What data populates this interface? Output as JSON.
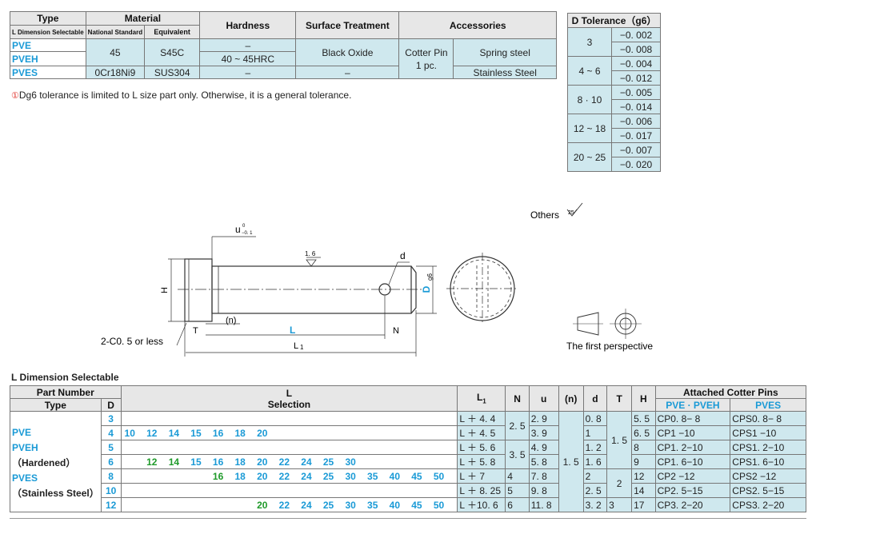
{
  "spec": {
    "headers": {
      "type": "Type",
      "material": "Material",
      "hardness": "Hardness",
      "surface": "Surface Treatment",
      "accessories": "Accessories",
      "l_selectable": "L Dimension Selectable",
      "national": "National Standard",
      "equivalent": "Equivalent"
    },
    "rows": [
      {
        "type": "PVE",
        "national": "45",
        "equivalent": "S45C",
        "hardness": "–",
        "surface": "Black Oxide",
        "acc1": "Cotter Pin",
        "acc1b": "1 pc.",
        "acc2": "Spring steel"
      },
      {
        "type": "PVEH",
        "hardness": "40 ~ 45HRC"
      },
      {
        "type": "PVES",
        "national": "0Cr18Ni9",
        "equivalent": "SUS304",
        "hardness": "–",
        "surface": "–",
        "acc2": "Stainless Steel"
      }
    ],
    "note": "Dg6 tolerance is limited to L size part only.  Otherwise,   it is a general tolerance."
  },
  "tolerance": {
    "title": "D Tolerance（g6）",
    "rows": [
      {
        "d": "3",
        "t1": "−0. 002",
        "t2": "−0. 008"
      },
      {
        "d": "4 ~ 6",
        "t1": "−0. 004",
        "t2": "−0. 012"
      },
      {
        "d": "8 · 10",
        "t1": "−0. 005",
        "t2": "−0. 014"
      },
      {
        "d": "12 ~ 18",
        "t1": "−0. 006",
        "t2": "−0. 017"
      },
      {
        "d": "20 ~ 25",
        "t1": "−0. 007",
        "t2": "−0. 020"
      }
    ]
  },
  "drawing": {
    "others": "Others",
    "rough_others": "25",
    "rough_main": "1. 6",
    "u_label": "u",
    "u_tol_top": "0",
    "u_tol_bot": "−0. 1",
    "d_label": "d",
    "h_label": "H",
    "dg6": "D",
    "dg6_sub": "g6",
    "chamfer": "2-C0. 5  or less",
    "t_label": "T",
    "n_paren": "(n)",
    "l_label": "L",
    "n_label": "N",
    "l1_label": "L",
    "l1_sub": "1",
    "perspective": "The first perspective"
  },
  "ldim": {
    "title": "L Dimension Selectable",
    "headers": {
      "part_number": "Part Number",
      "type": "Type",
      "d": "D",
      "l": "L",
      "selection": "Selection",
      "l1": "L",
      "l1_sub": "1",
      "n": "N",
      "u": "u",
      "np": "(n)",
      "dd": "d",
      "t": "T",
      "h": "H",
      "acp": "Attached Cotter Pins",
      "pve": "PVE · PVEH",
      "pves": "PVES"
    },
    "type_labels": [
      "PVE",
      "PVEH",
      "（Hardened）",
      "PVES",
      "（Stainless Steel）"
    ],
    "rows": [
      {
        "d": "3",
        "sel": [],
        "l1": "L ＋ 4. 4",
        "u": "2. 9",
        "dd": "0. 8",
        "h": "5. 5",
        "cp": "CP0. 8−  8",
        "cps": "CPS0. 8−  8"
      },
      {
        "d": "4",
        "sel": [
          "10",
          "12",
          "14",
          "15",
          "16",
          "18",
          "20"
        ],
        "l1": "L ＋ 4. 5",
        "u": "3. 9",
        "dd": "1",
        "h": "6. 5",
        "cp": "CP1    −10",
        "cps": "CPS1    −10"
      },
      {
        "d": "5",
        "sel": [],
        "l1": "L ＋ 5. 6",
        "u": "4. 9",
        "dd": "1. 2",
        "h": "8",
        "cp": "CP1. 2−10",
        "cps": "CPS1. 2−10"
      },
      {
        "d": "6",
        "sel": [
          "",
          "12",
          "14",
          "15",
          "16",
          "18",
          "20",
          "22",
          "24",
          "25",
          "30"
        ],
        "l1": "L ＋ 5. 8",
        "u": "5. 8",
        "dd": "1. 6",
        "h": "9",
        "cp": "CP1. 6−10",
        "cps": "CPS1. 6−10"
      },
      {
        "d": "8",
        "sel": [
          "",
          "",
          "",
          "",
          "16",
          "18",
          "20",
          "22",
          "24",
          "25",
          "30",
          "35",
          "40",
          "45",
          "50"
        ],
        "l1": "L ＋ 7",
        "u": "7. 8",
        "dd": "2",
        "h": "12",
        "cp": "CP2    −12",
        "cps": "CPS2    −12"
      },
      {
        "d": "10",
        "sel": [],
        "l1": "L ＋ 8. 25",
        "u": "9. 8",
        "dd": "2. 5",
        "h": "14",
        "cp": "CP2. 5−15",
        "cps": "CPS2. 5−15"
      },
      {
        "d": "12",
        "sel": [
          "",
          "",
          "",
          "",
          "",
          "",
          "20",
          "22",
          "24",
          "25",
          "30",
          "35",
          "40",
          "45",
          "50"
        ],
        "l1": "L ＋10. 6",
        "u": "11. 8",
        "dd": "3. 2",
        "h": "17",
        "cp": "CP3. 2−20",
        "cps": "CPS3. 2−20"
      }
    ],
    "n_vals": [
      "2. 5",
      "3. 5",
      "4",
      "5",
      "6"
    ],
    "np_val": "1. 5",
    "t_vals": [
      "1. 5",
      "2",
      "3"
    ]
  }
}
